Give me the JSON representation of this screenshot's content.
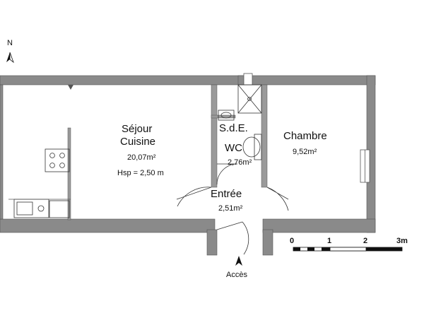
{
  "compass": {
    "label": "N"
  },
  "rooms": {
    "sejour": {
      "name_line1": "Séjour",
      "name_line2": "Cuisine",
      "area": "20,07m²",
      "height": "Hsp = 2,50 m"
    },
    "sde": {
      "name": "S.d.E."
    },
    "wc": {
      "name": "WC",
      "area": "2,76m²"
    },
    "chambre": {
      "name": "Chambre",
      "area": "9,52m²"
    },
    "entree": {
      "name": "Entrée",
      "area": "2,51m²"
    }
  },
  "access": {
    "label": "Accès"
  },
  "scale": {
    "ticks": [
      "0",
      "1",
      "2",
      "3m"
    ]
  },
  "colors": {
    "wall": "#8a8a8a",
    "wall_outline": "#555555",
    "line": "#333333"
  }
}
